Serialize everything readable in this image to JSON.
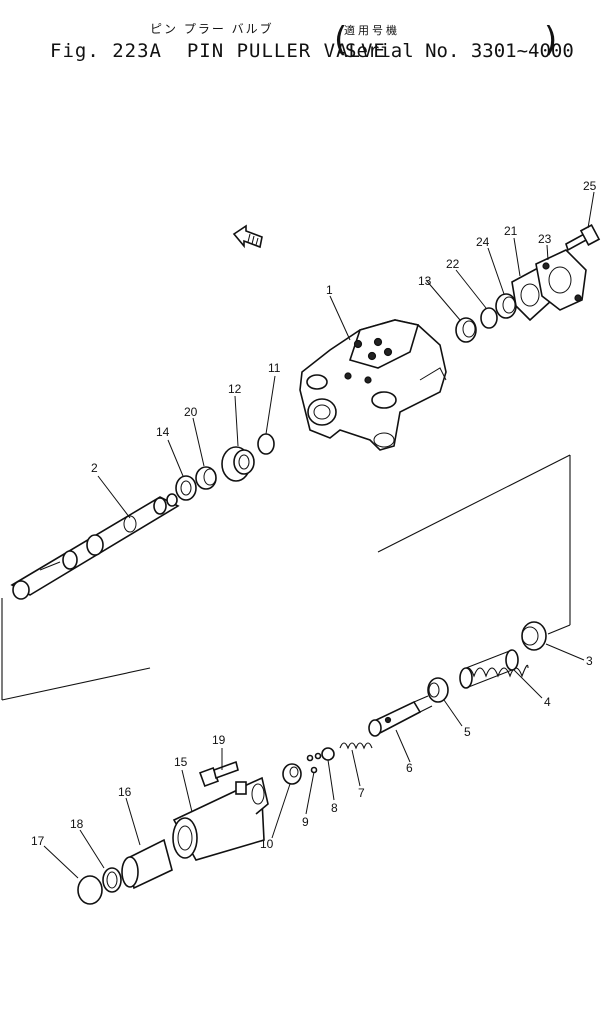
{
  "header": {
    "title_jp": "ピン プラー バルブ",
    "applicable_jp": "適用号機",
    "fig_label": "Fig. 223A",
    "title_en": "PIN PULLER VALVE",
    "serial": "Serial No. 3301~4000"
  },
  "callouts": [
    "1",
    "2",
    "3",
    "4",
    "5",
    "6",
    "7",
    "8",
    "9",
    "10",
    "11",
    "12",
    "13",
    "14",
    "15",
    "16",
    "17",
    "18",
    "19",
    "20",
    "21",
    "22",
    "23",
    "24",
    "25"
  ]
}
